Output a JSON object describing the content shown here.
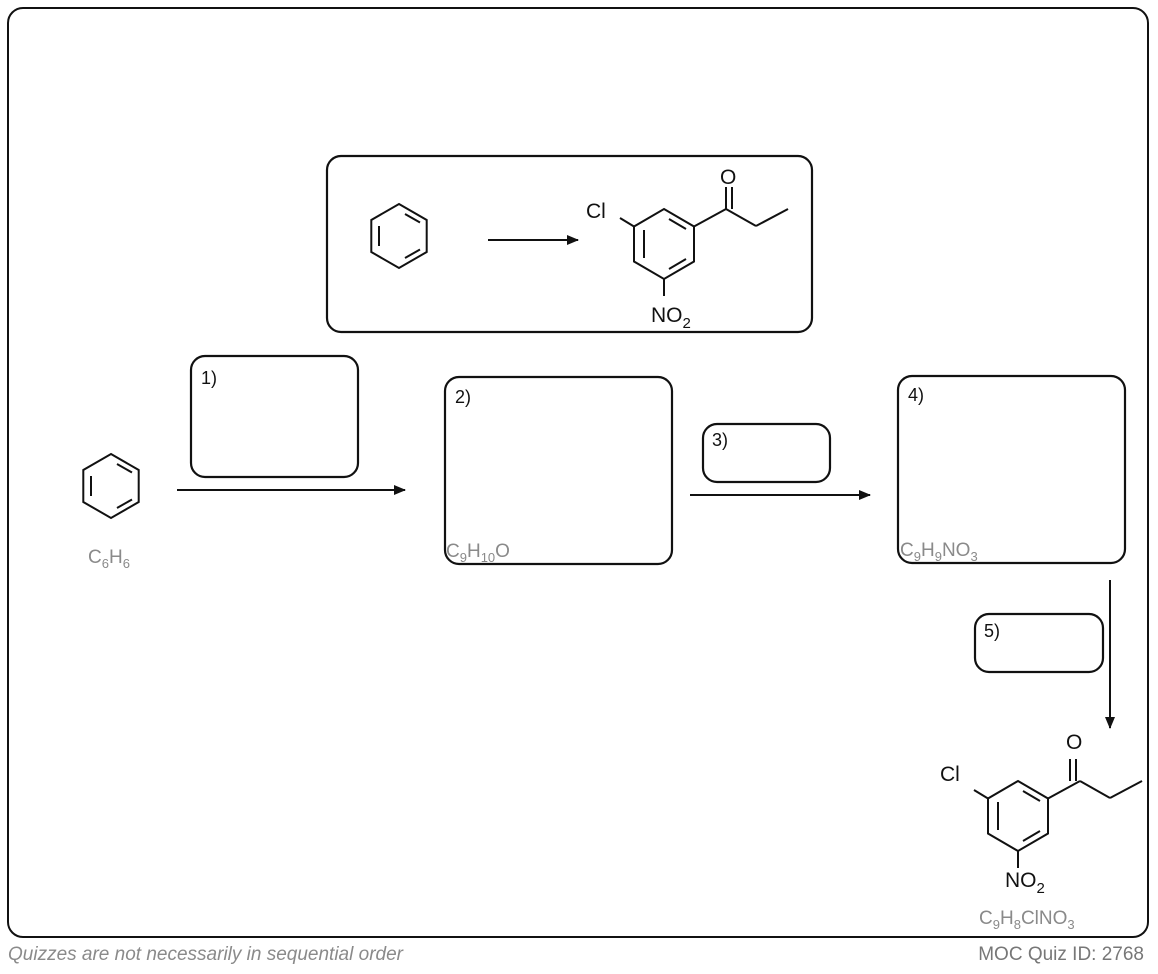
{
  "task": {
    "start": {
      "label": "",
      "ring": "benzene"
    },
    "target": {
      "substituents": [
        "Cl",
        "NO2"
      ],
      "group": "propanoyl"
    }
  },
  "starting_material": {
    "formula": {
      "base": "C",
      "parts": [
        [
          "C",
          "6"
        ],
        [
          "H",
          "6"
        ]
      ]
    }
  },
  "steps": [
    {
      "label": "1)"
    },
    {
      "label": "2)",
      "formula": {
        "parts": [
          [
            "C",
            "9"
          ],
          [
            "H",
            "10"
          ],
          [
            "O",
            ""
          ]
        ]
      }
    },
    {
      "label": "3)"
    },
    {
      "label": "4)",
      "formula": {
        "parts": [
          [
            "C",
            "9"
          ],
          [
            "H",
            "9"
          ],
          [
            "N",
            ""
          ],
          [
            "O",
            "3"
          ]
        ]
      }
    },
    {
      "label": "5)"
    }
  ],
  "product": {
    "formula": {
      "parts": [
        [
          "C",
          "9"
        ],
        [
          "H",
          "8"
        ],
        [
          "ClNO",
          "3"
        ]
      ]
    },
    "atoms": {
      "chlorine": "Cl",
      "oxygen": "O",
      "nitro_main": "NO",
      "nitro_sub": "2"
    }
  },
  "footer": {
    "left": "Quizzes are not necessarily in sequential order",
    "right": "MOC Quiz ID: 2768"
  },
  "colors": {
    "line": "#111111",
    "formula": "#8a8a8a"
  }
}
